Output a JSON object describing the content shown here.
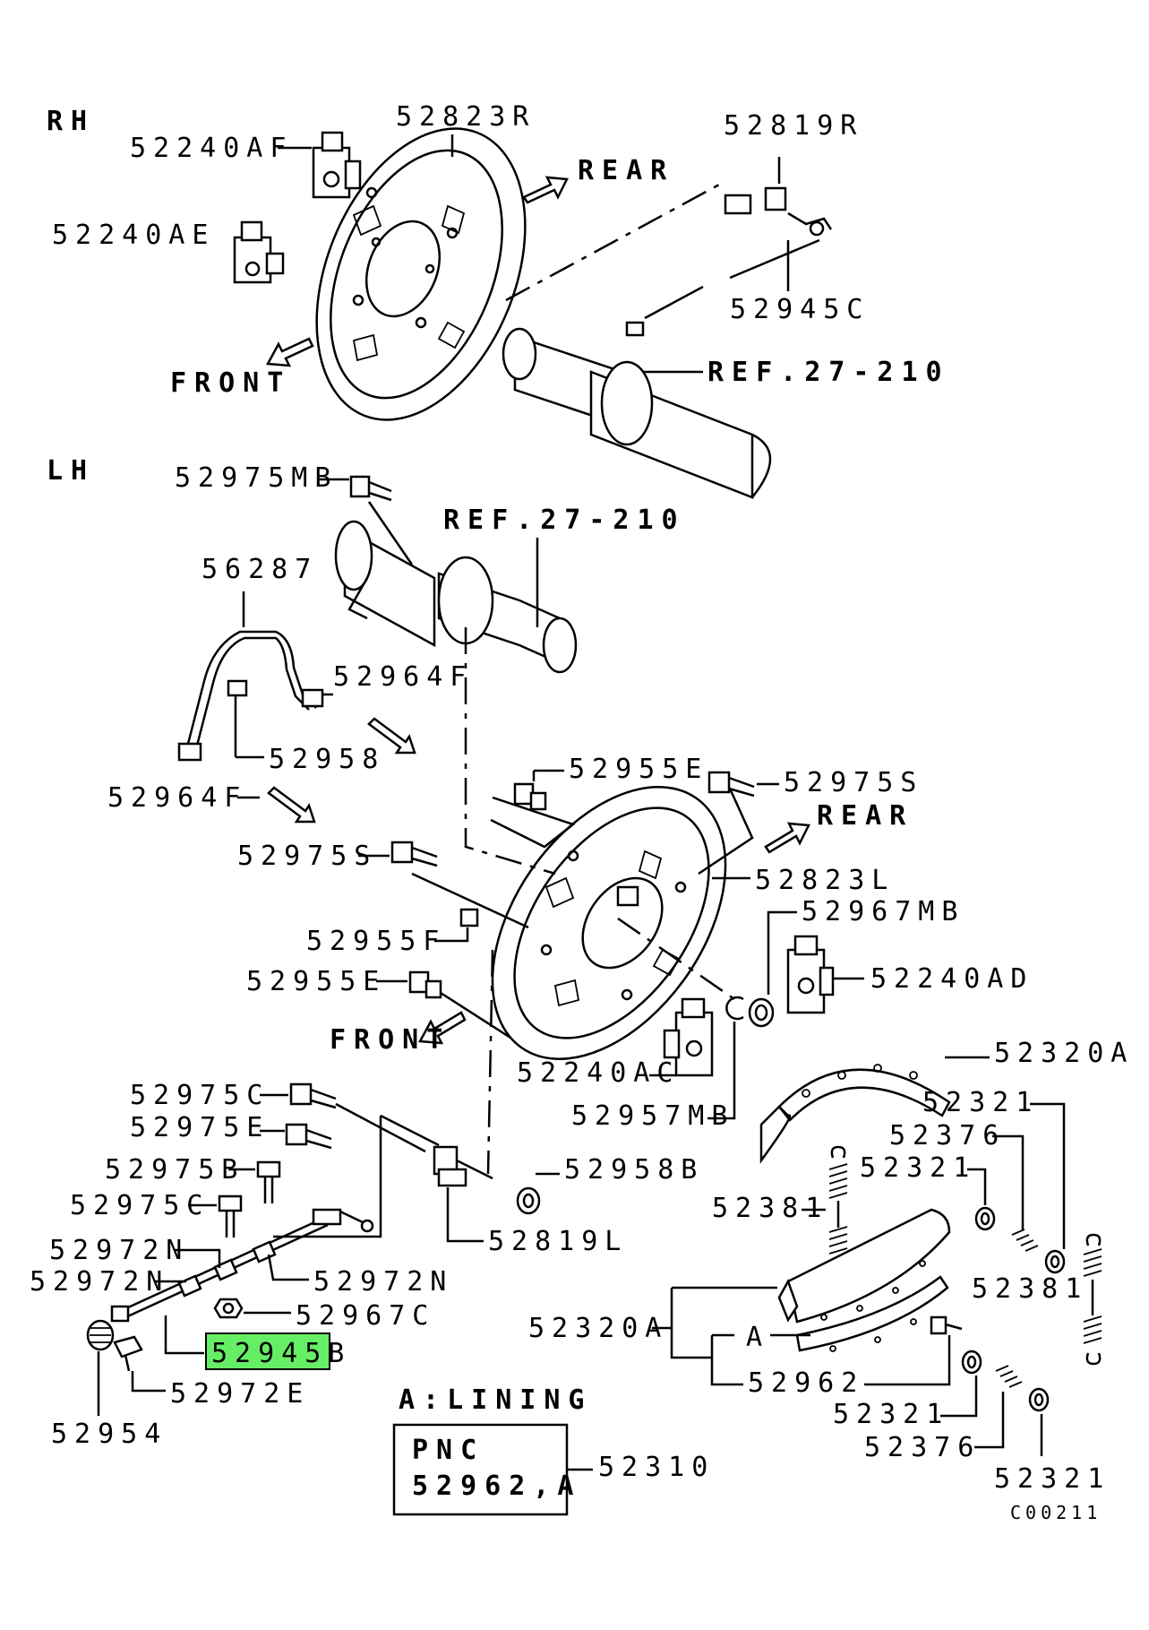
{
  "sections": {
    "rh": "RH",
    "lh": "LH"
  },
  "directions": {
    "rear": "REAR",
    "front": "FRONT"
  },
  "references": {
    "axle": "REF.27-210"
  },
  "callouts": {
    "rh_52240AF": "52240AF",
    "rh_52240AE": "52240AE",
    "rh_52823R": "52823R",
    "rh_52819R": "52819R",
    "rh_52945C": "52945C",
    "lh_52975MB": "52975MB",
    "lh_56287": "56287",
    "lh_52964F_a": "52964F",
    "lh_52958": "52958",
    "lh_52964F_b": "52964F",
    "lh_52975S_a": "52975S",
    "lh_52955E_a": "52955E",
    "lh_52975S_b": "52975S",
    "lh_52823L": "52823L",
    "lh_52967MB": "52967MB",
    "lh_52955F": "52955F",
    "lh_52955E_b": "52955E",
    "lh_52240AD": "52240AD",
    "lh_52240AC": "52240AC",
    "lh_52320A_a": "52320A",
    "lh_52957MB": "52957MB",
    "lh_52975C_a": "52975C",
    "lh_52975E": "52975E",
    "lh_52975B": "52975B",
    "lh_52958B": "52958B",
    "lh_52975C_b": "52975C",
    "lh_52819L": "52819L",
    "lh_52972N_a": "52972N",
    "lh_52972N_b": "52972N",
    "lh_52972N_c": "52972N",
    "lh_52967C": "52967C",
    "lh_52945B": "52945B",
    "lh_52972E": "52972E",
    "lh_52954": "52954",
    "lh_52321_a": "52321",
    "lh_52376_a": "52376",
    "lh_52321_b": "52321",
    "lh_52381_a": "52381",
    "lh_52381_b": "52381",
    "lh_52320A_b": "52320A",
    "lh_A": "A",
    "lh_52962": "52962",
    "lh_52321_c": "52321",
    "lh_52376_b": "52376",
    "lh_52321_d": "52321",
    "lh_52310": "52310"
  },
  "lining_note": {
    "title": "A:LINING",
    "box_line1": "PNC",
    "box_line2": "52962,A"
  },
  "highlight": {
    "part": "52945B",
    "color": "#66ee66"
  },
  "diagram_code": "C00211"
}
